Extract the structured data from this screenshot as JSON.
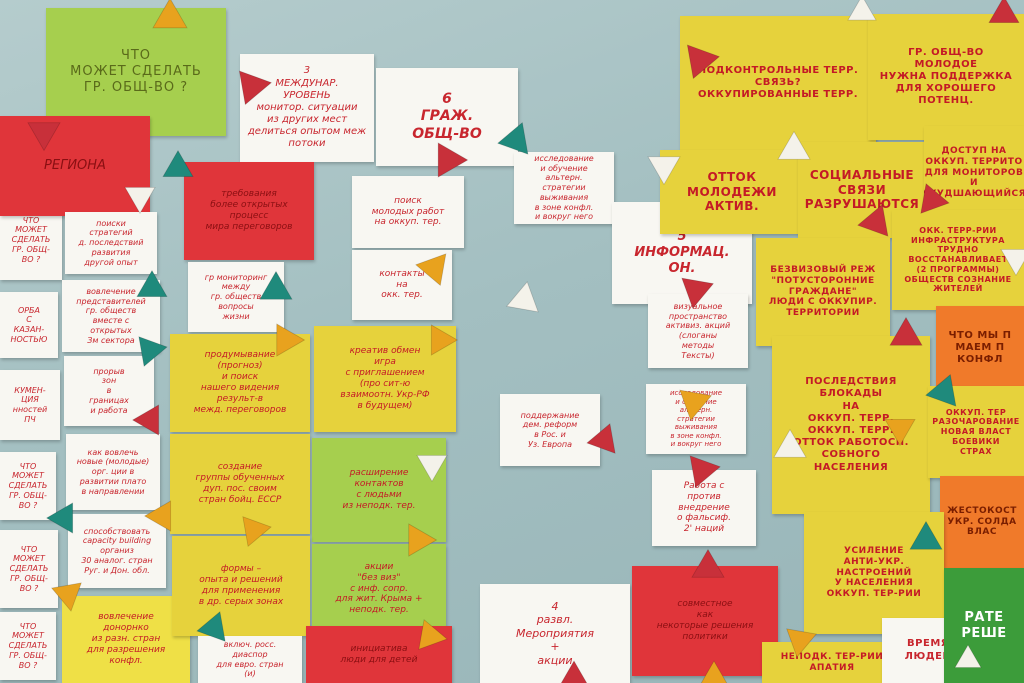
{
  "board": {
    "notes": [
      {
        "text": "ЧТО\nМОЖЕТ СДЕЛАТЬ\nГР. ОБЩ-ВО ?"
      },
      {
        "text": "3\nМЕЖДУНАР.\nУРОВЕНЬ\nмонитор. ситуации\nиз других мест\nделиться опытом меж\nпотоки"
      },
      {
        "text": "6\nГРАЖ.\nОБЩ-ВО"
      },
      {
        "text": "РЕГИОНА"
      },
      {
        "text": "требования\nболее открытых\nпроцесс\nмира переговоров"
      },
      {
        "text": "поиск\nмолодых работ\nна оккуп. тер."
      },
      {
        "text": "исследование\nи обучение\nальтерн.\nстратегии\nвыживания\nв зоне конфл.\nи вокруг него"
      },
      {
        "text": "контакты\nна\nокк. тер."
      },
      {
        "text": "гр мониторинг\nмежду\nгр. обществ\nвопросы\nжизни"
      },
      {
        "text": "продумывание\n(прогноз)\nи поиск\nнашего видения\nрезульт-в\nмежд. переговоров"
      },
      {
        "text": "креатив обмен\nигра\nс приглашением\n(про сит-ю\nвзаимоотн. Укр-РФ\nв будущем)"
      },
      {
        "text": "5\nИНФОРМАЦ.\nОН."
      },
      {
        "text": "визуальное\nпространство\nактивиз. акций\n(слоганы\nметоды\nТексты)"
      },
      {
        "text": "поддержание\nдем. реформ\nв Рос. и\nУз. Европа"
      },
      {
        "text": "создание\nгруппы обученных\nдуп. пос. своим\nстран бойц. ЕССР"
      },
      {
        "text": "расширение\nконтактов\nс людьми\nиз неподк. тер."
      },
      {
        "text": "формы –\nопыта и решений\nдля применения\nв др. серых зонах"
      },
      {
        "text": "акции\n\"без виз\"\nс инф. сопр.\nдля жит. Крыма +\nнеподк. тер."
      },
      {
        "text": "Работа с\nпротив\nвнедрение\nо фальсиф.\n2' наций"
      },
      {
        "text": "4\nразвл.\nМероприятия\n+\nакции"
      },
      {
        "text": "совместное\nкак\nнекоторые решения\nполитики"
      },
      {
        "text": "ПОДКОНТРОЛЬНЫЕ ТЕРР.\nСВЯЗЬ?\nОККУПИРОВАННЫЕ ТЕРР."
      },
      {
        "text": "ГР. ОБЩ-ВО\nМОЛОДОЕ\nНУЖНА ПОДДЕРЖКА\nДЛЯ ХОРОШЕГО ПОТЕНЦ."
      },
      {
        "text": "ОТТОК\nМОЛОДЕЖИ\nАКТИВ."
      },
      {
        "text": "СОЦИАЛЬНЫЕ\nСВЯЗИ\nРАЗРУШАЮТСЯ"
      },
      {
        "text": "ДОСТУП НА\nОККУП. ТЕРРИТО\nДЛЯ МОНИТОРОВ И\nУХУДШАЮЩИЙСЯ"
      },
      {
        "text": "БЕЗВИЗОВЫЙ РЕЖ\n\"ПОТУСТОРОННИЕ\nГРАЖДАНЕ\"\nЛЮДИ С ОККУПИР.\nТЕРРИТОРИИ"
      },
      {
        "text": "ОКК. ТЕРР-РИИ\nИНФРАСТРУКТУРА\nТРУДНО\nВОССТАНАВЛИВАЕТ\n(2 ПРОГРАММЫ)\nОБЩЕСТВ СОЗНАНИЕ\nЖИТЕЛЕЙ"
      },
      {
        "text": "ПОСЛЕДСТВИЯ\nБЛОКАДЫ\nНА\nОККУП. ТЕРР.\nОККУП. ТЕРР.\nОТТОК РАБОТОСП.\nСОБНОГО\nНАСЕЛЕНИЯ"
      },
      {
        "text": "ЧТО МЫ П\nМАЕМ П\nКОНФЛ"
      },
      {
        "text": "ОККУП. ТЕР\nРАЗОЧАРОВАНИЕ\nНОВАЯ ВЛАСТ\nБОЕВИКИ\nСТРАХ"
      },
      {
        "text": "ЖЕСТОКОСТ\nУКР. СОЛДА\nВЛАС"
      },
      {
        "text": "УСИЛЕНИЕ\nАНТИ-УКР.\nНАСТРОЕНИЙ\nУ НАСЕЛЕНИЯ\nОККУП. ТЕР-РИИ"
      },
      {
        "text": "НЕПОДК. ТЕР-РИИ\nАПАТИЯ"
      },
      {
        "text": "ВРЕМЯ\nЛЮДЕЙ"
      },
      {
        "text": "РАТЕ\nРЕШЕ"
      },
      {
        "text": "ОРБА\nС\nКАЗАН-\nНОСТЬЮ"
      },
      {
        "text": "КУМЕН-\nЦИЯ\nнностей ПЧ"
      },
      {
        "text": "поиски\nстратегий\nд. последствий\nразвития\nдругой опыт"
      },
      {
        "text": "вовлечение\nпредставителей\nгр. обществ\nвместе с\nоткрытых\nЗм сектора"
      },
      {
        "text": "прорыв\nзон\nв\nграницах\nи работа"
      },
      {
        "text": "как вовлечь\nновые (молодые)\nорг. ции в\nразвитии плато\nв направлении"
      },
      {
        "text": "способствовать\ncapacity building\nорганиз\n30 аналог. стран\nРуг. и Дон. обл."
      },
      {
        "text": "вовлечение\nдонорнко\nиз разн. стран\nдля разрешения\nконфл."
      },
      {
        "text": "включ. росс.\nдиаспор\nдля евро. стран\n(и)"
      },
      {
        "text": "инициатива\nлюди для детей"
      }
    ],
    "triangle_colors": [
      "#c8303a",
      "#e8a21e",
      "#1f8a7c",
      "#f4f2ea"
    ]
  }
}
